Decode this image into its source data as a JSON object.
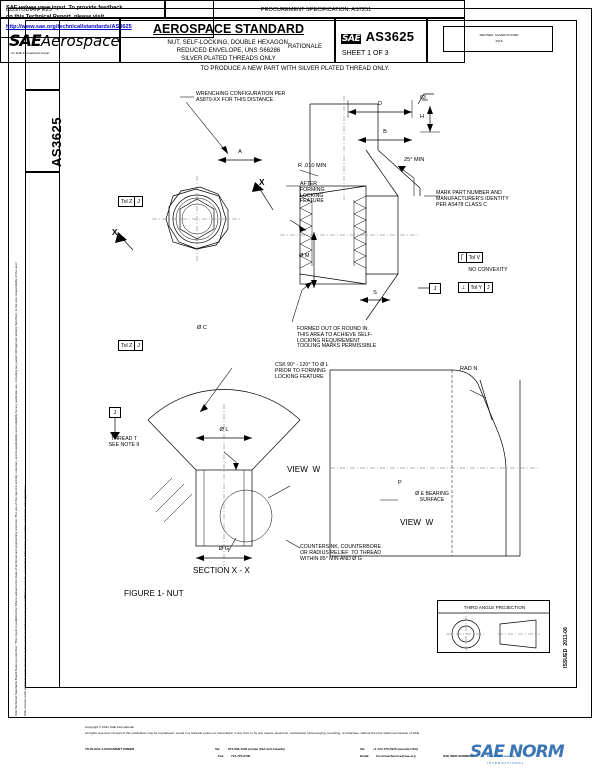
{
  "document": {
    "standard_id": "AS3625",
    "org": "SAE Aerospace",
    "org_sub": "An SAE International Group",
    "doc_class": "AEROSPACE STANDARD",
    "title_line1": "NUT, SELF-LOCKING, DOUBLE HEXAGON,",
    "title_line2": "REDUCED ENVELOPE, UNS S66286",
    "title_line3": "SILVER PLATED THREADS ONLY",
    "sheet": "SHEET 1 OF 3",
    "custodian": "CUSTODIAN  E25",
    "procurement": "PROCUREMENT SPECIFICATION: AS7251",
    "rev_stamp_line1": "REVISED  SILVER PLATED",
    "rev_stamp_line2": "2016",
    "issued_stamp": "ISSUED  2011-06",
    "side_tab_label": "AS3625",
    "side_tab_prefix": "SAE"
  },
  "rationale": {
    "heading": "RATIONALE",
    "body": "TO PRODUCE A NEW PART WITH SILVER PLATED THREAD ONLY."
  },
  "figure": {
    "caption": "FIGURE 1- NUT",
    "section_label": "SECTION X - X",
    "view_w_1": "VIEW  W",
    "view_w_2": "VIEW  W"
  },
  "annotations": {
    "wrenching": "WRENCHING CONFIGURATION PER\nAS870-XX FOR THIS DISTANCE",
    "after_forming": "AFTER\nFORMING\nLOCKING\nFEATURE",
    "formed_out_of_round": "FORMED OUT OF ROUND IN\nTHIS AREA TO ACHIEVE SELF-\nLOCKING REQUIREMENT\nTOOLING MARKS PERMISSIBLE",
    "marking": "MARK PART NUMBER AND\nMANUFACTURER'S IDENTITY\nPER AS478 CLASS C",
    "no_convexity": "NO CONVEXITY",
    "csk": "CSK 90° - 120° TO Ø L\nPRIOR TO FORMING\nLOCKING FEATURE",
    "thread_note": "THREAD T\nSEE NOTE 9",
    "counterbore": "COUNTERSINK, COUNTERBORE\nOR RADIUS RELIEF  TO THREAD\nWITHIN 85° MIN AND Ø G",
    "bearing_surface": "Ø E BEARING\nSURFACE",
    "rad_n": "RAD N",
    "radius_min": "R .010 MIN",
    "angle_min": "25° MIN",
    "surface_finish": "63"
  },
  "dimensions": {
    "A": "A",
    "B": "B",
    "C": "Ø C",
    "D": "D",
    "E": "Ø E",
    "F": "F",
    "G": "Ø G",
    "H": "H",
    "L": "Ø L",
    "M": "Ø M",
    "S": "S",
    "P": "P"
  },
  "feature_frames": {
    "tol_z_top": [
      "Tol Z",
      "J"
    ],
    "tol_z_bottom": [
      "Tol Z",
      "J"
    ],
    "tol_v": [
      "Tol V"
    ],
    "tol_y": [
      "Tol Y",
      "J"
    ],
    "datum_j_top": "J",
    "datum_j_mid": "J",
    "datum_x_1": "X",
    "datum_x_2": "X"
  },
  "projection_block": {
    "label": "THIRD ANGLE PROJECTION"
  },
  "feedback_box": {
    "line1": "SAE values your input. To provide feedback",
    "line2": "on this Technical Report, please visit",
    "link": "http://www.sae.org/technical/standards/AS3625"
  },
  "side_disclaimer": "SAE Technical Standards Board Rules provide that: “This report is published by SAE to advance the state of technical and engineering sciences. The use of this report is entirely voluntary, and its applicability and suitability for any particular use, including any patent infringement arising therefrom, is the sole responsibility of the user.”\n\nSAE reviews each technical report at least every five years at which time it may be reaffirmed, revised, or cancelled. SAE invites your written comments and suggestions.",
  "footer": {
    "copyright": "Copyright © 2011 SAE International",
    "rights": "All rights reserved.  No part of this publication may be reproduced, stored in a retrieval system or transmitted, in any form or by any means, electronic, mechanical, photocopying, recording, or otherwise, without the prior written permission of SAE.",
    "order_label": "TO PLACE A DOCUMENT ORDER",
    "tel_us_label": "Tel:",
    "tel_us": "877-606-7323 (inside USA and Canada)",
    "tel_intl_label": "Tel:",
    "tel_intl": "+1 724-776-4970 (outside USA)",
    "fax_label": "Fax:",
    "fax": "724-776-0790",
    "email_label": "Email:",
    "email": "CustomerService@sae.org",
    "web_label": "SAE WEB ADDRESS:",
    "web": "http://www.sae.org",
    "watermark": "SAE NORM",
    "watermark_sub": "INTERNATIONAL"
  }
}
